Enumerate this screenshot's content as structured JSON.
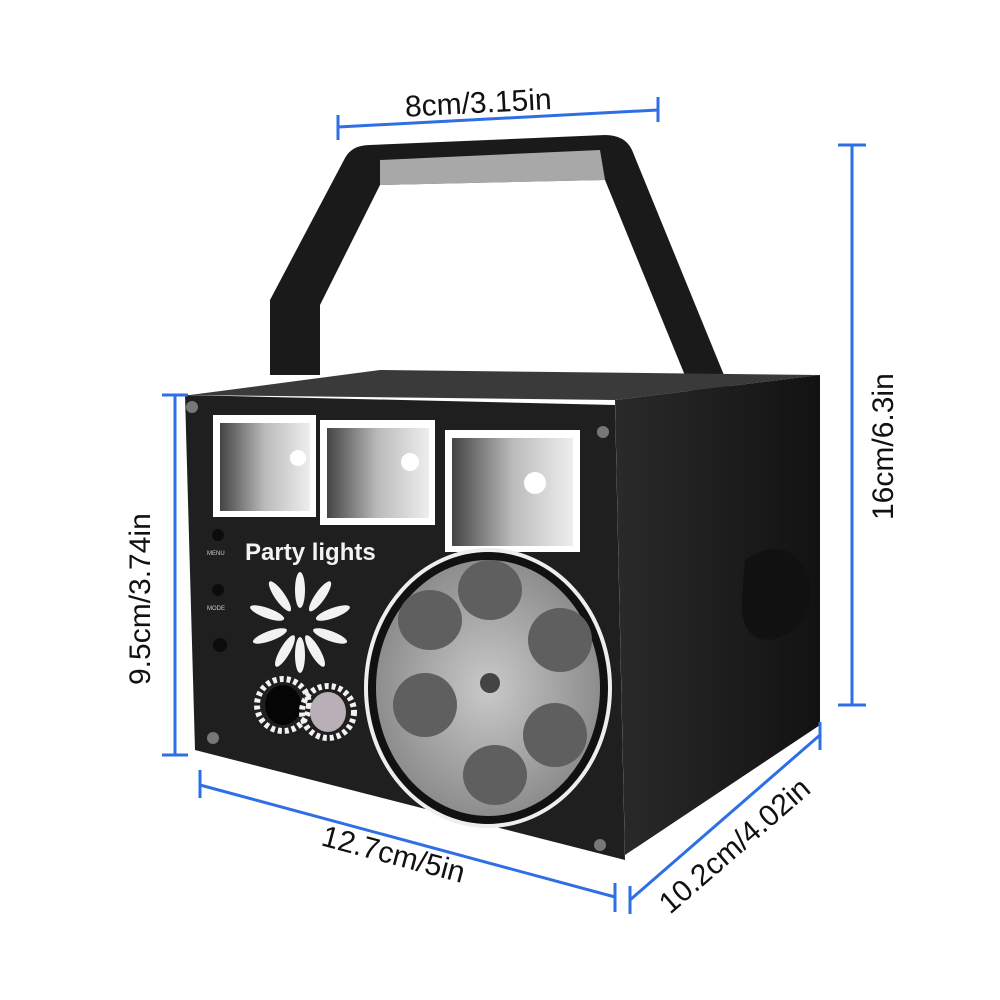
{
  "product": {
    "front_label": "Party lights",
    "button_labels": [
      "MENU",
      "MODE"
    ]
  },
  "dimensions": {
    "handle_width": "8cm/3.15in",
    "total_height": "16cm/6.3in",
    "body_height": "9.5cm/3.74in",
    "body_width": "12.7cm/5in",
    "body_depth": "10.2cm/4.02in"
  },
  "colors": {
    "dimension_line": "#2f6fe6",
    "body": "#1c1c1c",
    "background": "#ffffff"
  }
}
